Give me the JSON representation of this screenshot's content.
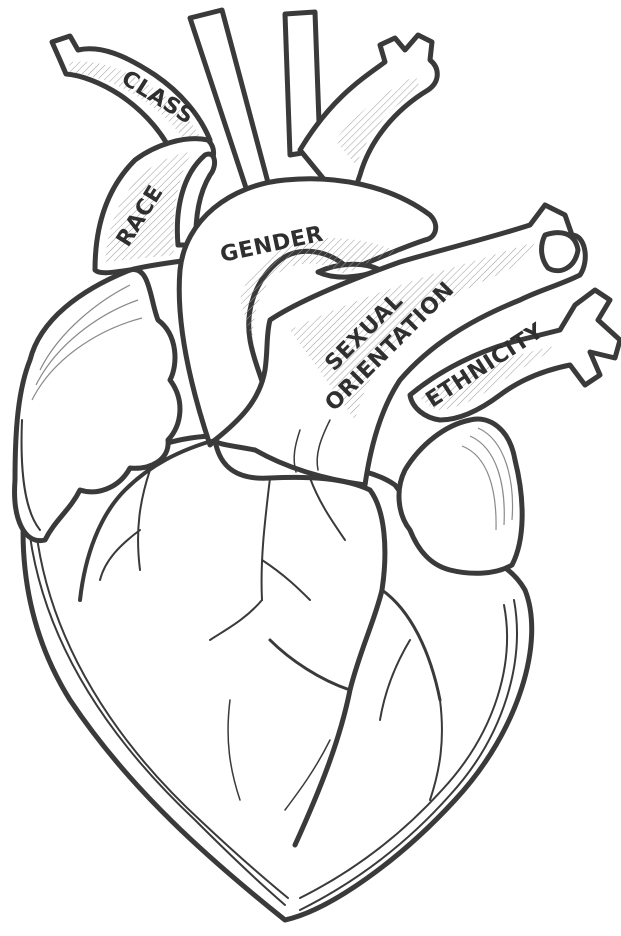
{
  "diagram": {
    "labels": {
      "class": "CLASS",
      "race": "RACE",
      "gender": "GENDER",
      "sexual_line1": "SEXUAL",
      "sexual_line2": "ORIENTATION",
      "ethnicity": "ETHNICITY"
    },
    "colors": {
      "ink": "#3a3a3a",
      "shade": "#8a8a8a",
      "background": "#ffffff"
    }
  }
}
